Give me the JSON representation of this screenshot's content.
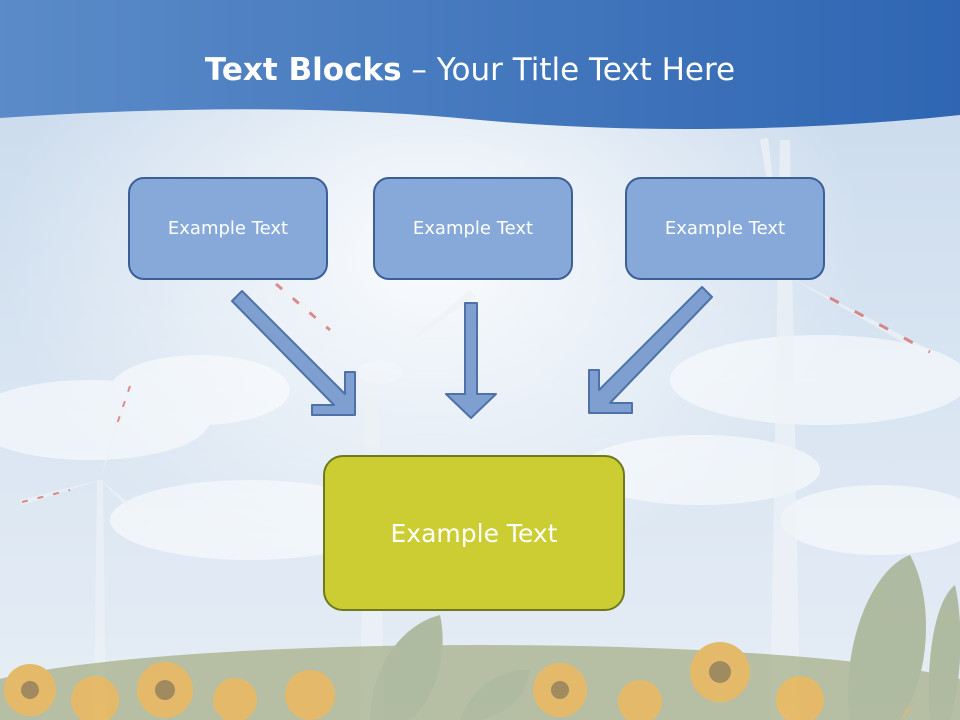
{
  "slide": {
    "title_bold": "Text Blocks",
    "title_rest": " – Your Title Text Here",
    "boxes": [
      {
        "label": "Example Text"
      },
      {
        "label": "Example Text"
      },
      {
        "label": "Example Text"
      }
    ],
    "center_box": {
      "label": "Example Text"
    }
  },
  "colors": {
    "header_blue": "#3e73b9",
    "box_fill": "#86a9d9",
    "box_border": "#3c5f96",
    "center_fill": "#cbcd33",
    "center_border": "#6e7a1d"
  },
  "icons": [
    "wind-turbine",
    "sunflower",
    "cloud",
    "arrow-down"
  ]
}
